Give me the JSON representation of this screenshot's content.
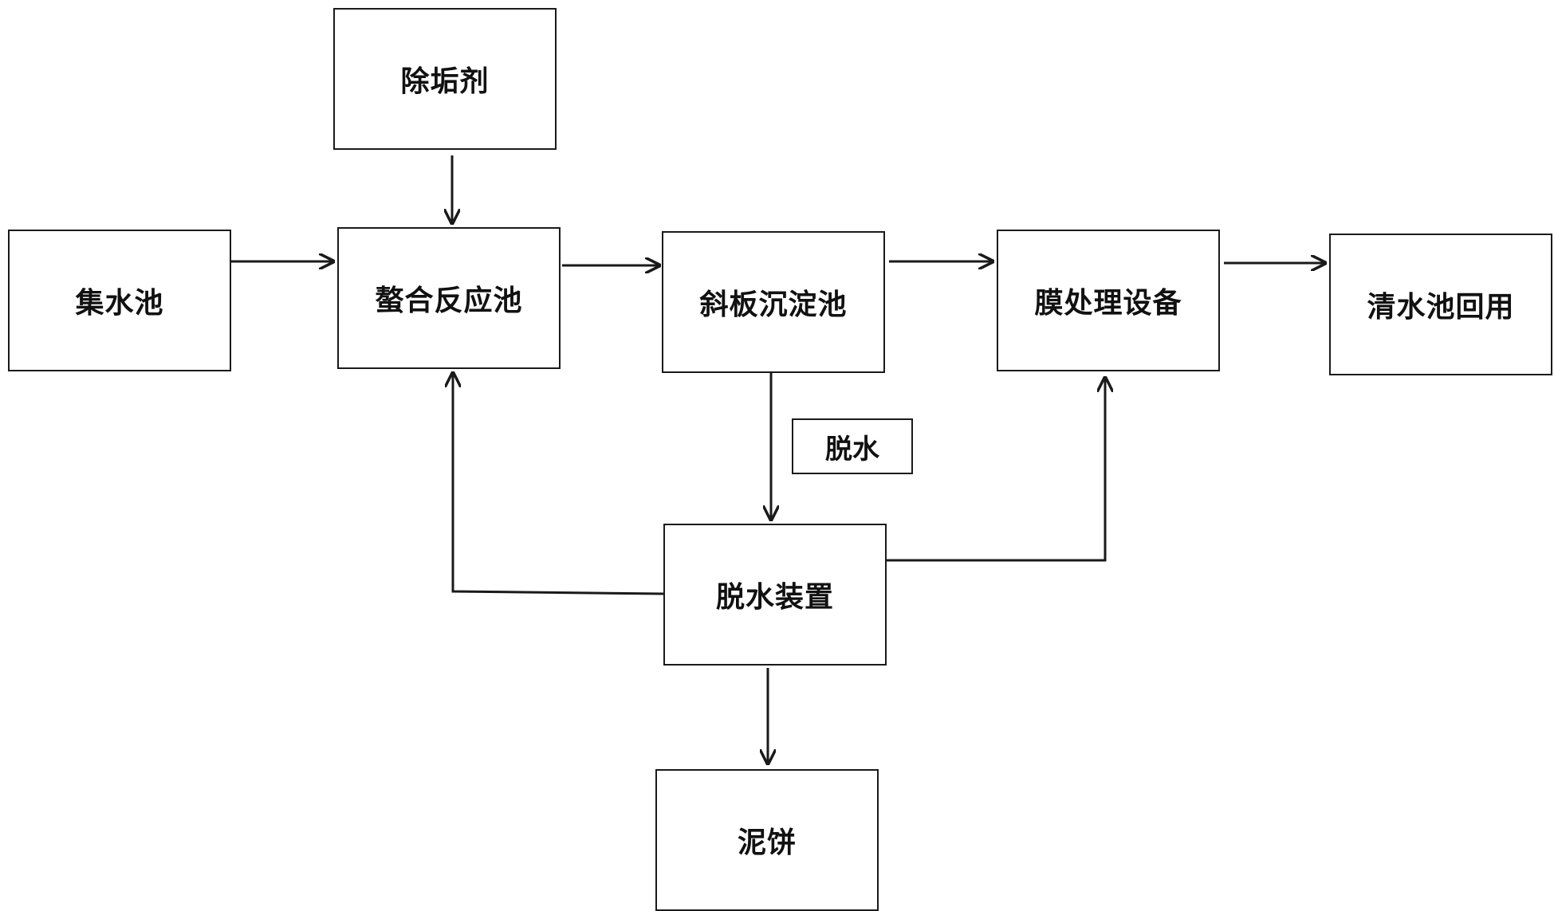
{
  "nodes": {
    "descaler": "除垢剂",
    "collect_pool": "集水池",
    "chelate_pool": "螯合反应池",
    "incline_pool": "斜板沉淀池",
    "membrane": "膜处理设备",
    "clear_pool": "清水池回用",
    "dewater_device": "脱水装置",
    "mud_cake": "泥饼"
  },
  "edge_labels": {
    "dewater": "脱水"
  },
  "edges": [
    {
      "from": "descaler",
      "to": "chelate_pool"
    },
    {
      "from": "collect_pool",
      "to": "chelate_pool"
    },
    {
      "from": "chelate_pool",
      "to": "incline_pool"
    },
    {
      "from": "incline_pool",
      "to": "membrane"
    },
    {
      "from": "membrane",
      "to": "clear_pool"
    },
    {
      "from": "incline_pool",
      "to": "dewater_device",
      "label": "脱水"
    },
    {
      "from": "dewater_device",
      "to": "chelate_pool"
    },
    {
      "from": "dewater_device",
      "to": "membrane"
    },
    {
      "from": "dewater_device",
      "to": "mud_cake"
    }
  ],
  "colors": {
    "stroke": "#1a1a1a",
    "text": "#111111",
    "background": "#ffffff"
  }
}
